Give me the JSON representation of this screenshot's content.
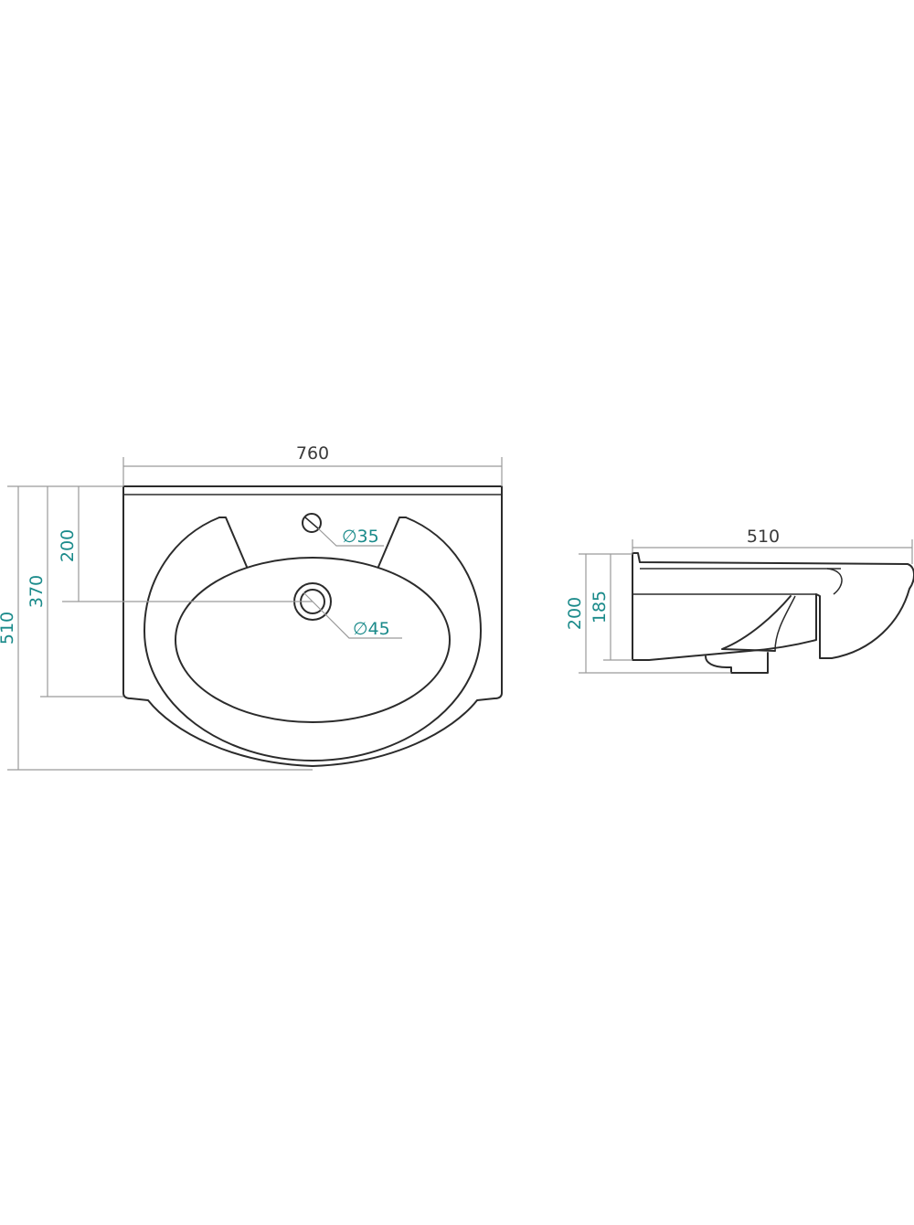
{
  "colors": {
    "outline": "#2b2b2b",
    "dimension_line": "#9a9a9a",
    "dimension_text": "#1a8a8a",
    "width_text": "#3a3a3a"
  },
  "top_view": {
    "width_label": "760",
    "height_total_label": "510",
    "height_mid_label": "370",
    "height_drain_label": "200",
    "tap_hole_label": "∅35",
    "drain_hole_label": "∅45"
  },
  "side_view": {
    "depth_label": "510",
    "height_total_label": "200",
    "height_bowl_label": "185"
  }
}
